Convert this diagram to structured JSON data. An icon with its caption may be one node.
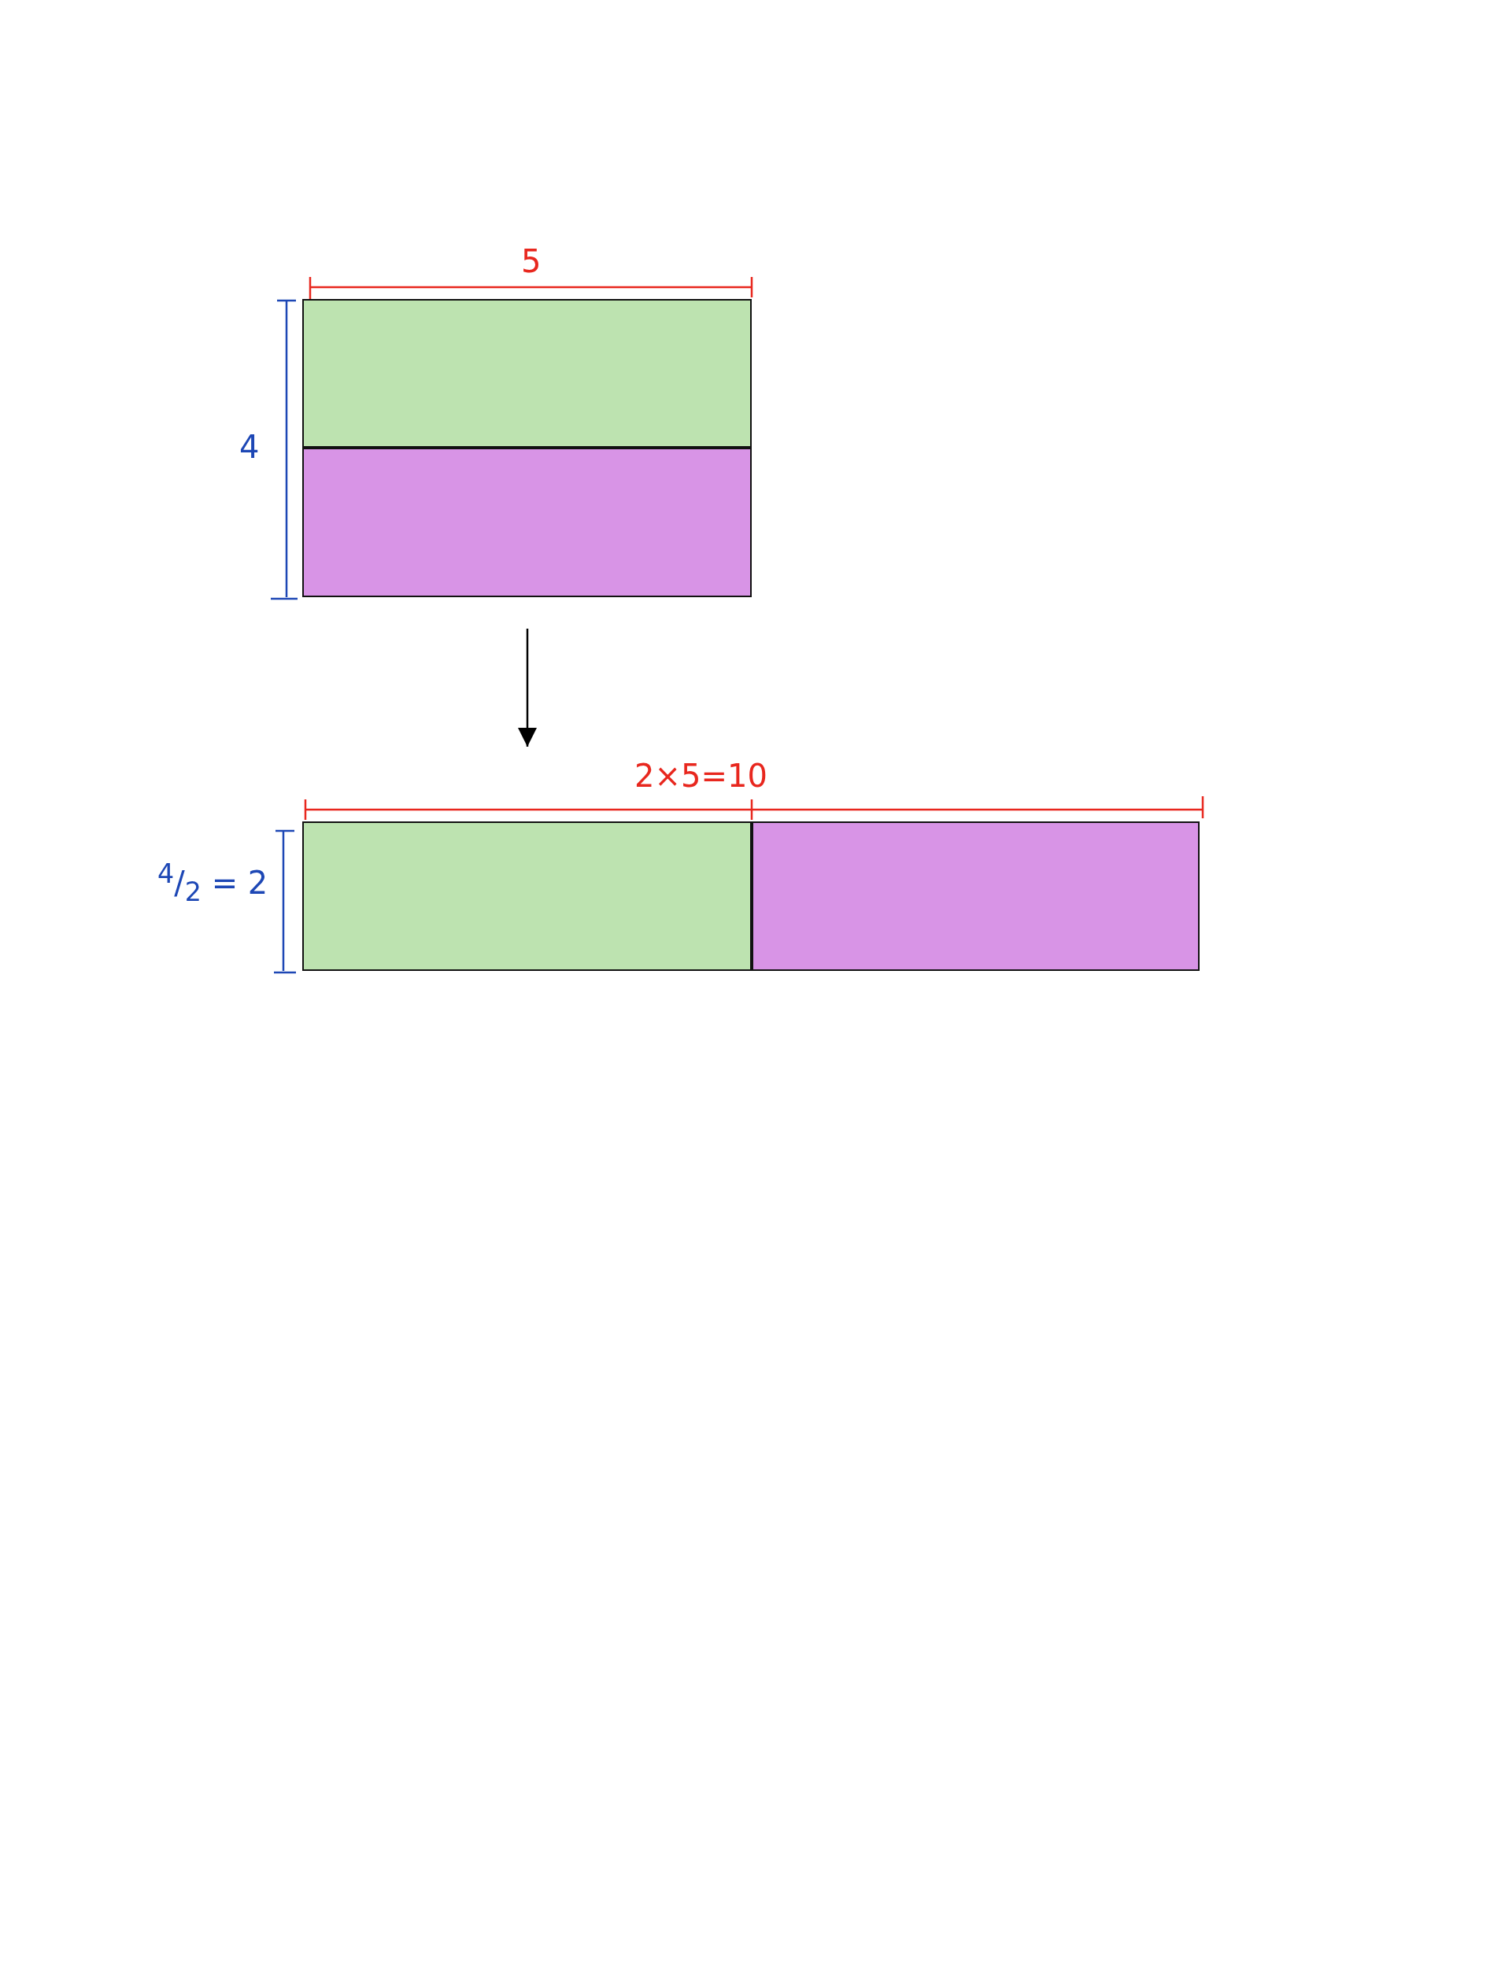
{
  "diagram": {
    "nodes": [
      {
        "text": [],
        "shape": "box"
      },
      {
        "text": [],
        "shape": "box",
        "in": 0
      },
      {
        "text": [],
        "shape": "box",
        "in": 0
      },
      {
        "text": [],
        "shape": "box"
      },
      {
        "text": [],
        "shape": "box",
        "in": 3
      },
      {
        "text": [],
        "shape": "box",
        "in": 3
      }
    ],
    "edges": [
      {
        "from": 0,
        "to": 3,
        "arrow": "to"
      }
    ],
    "labels": [
      "5",
      "4",
      "2×5=10",
      "$^{4}$/$_{2}$ = 2"
    ]
  }
}
